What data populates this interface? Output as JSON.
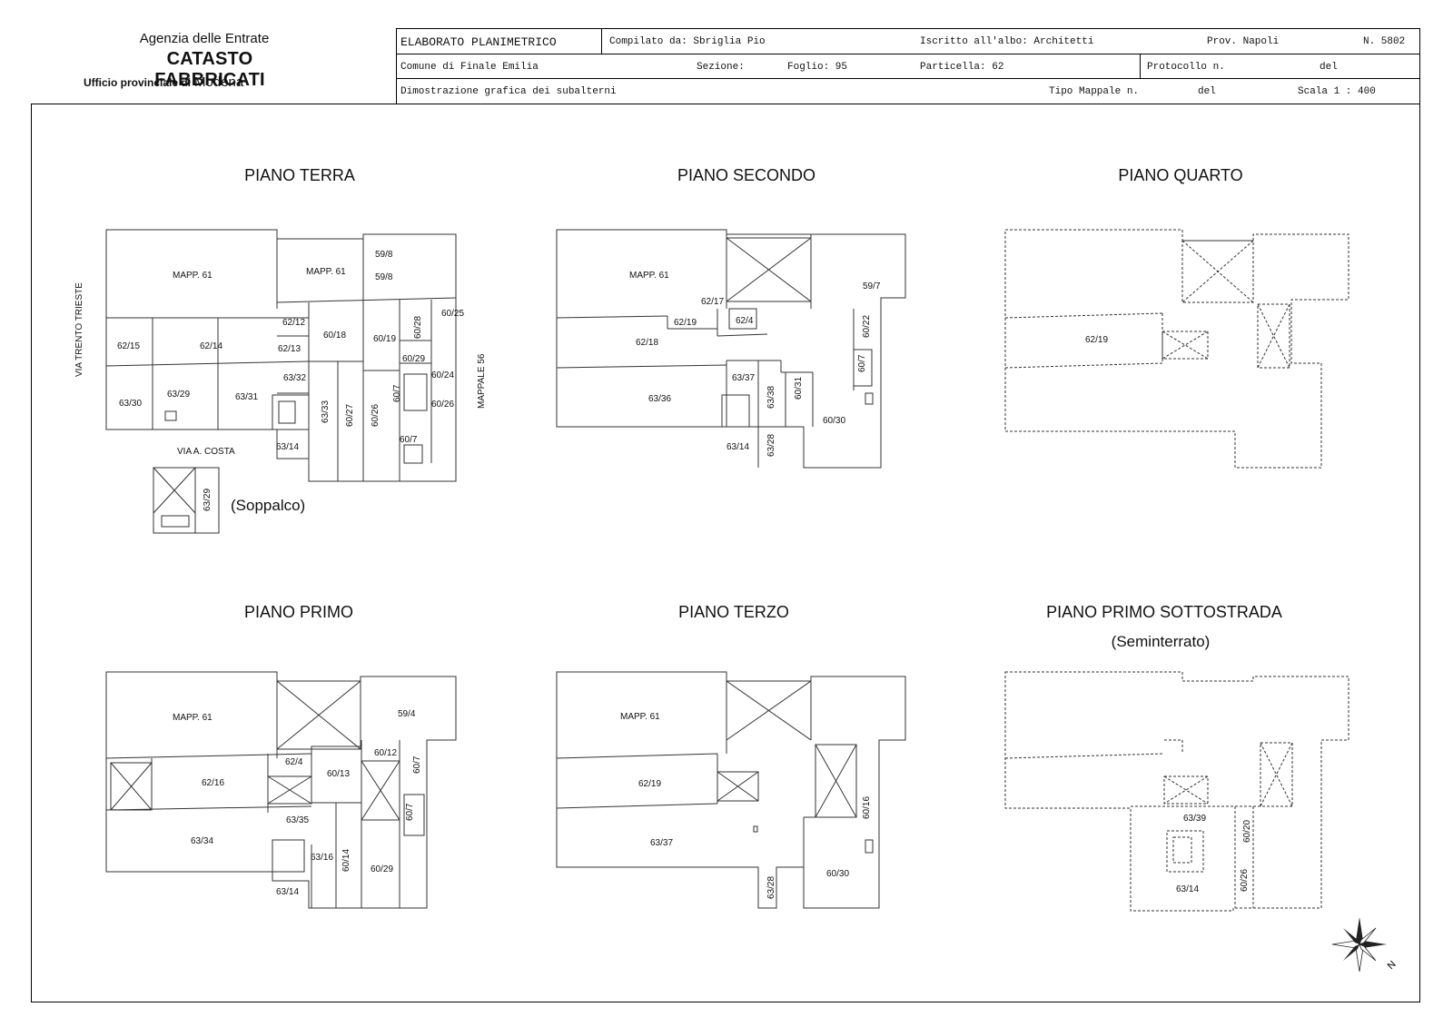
{
  "header": {
    "agency": "Agenzia delle Entrate",
    "title": "CATASTO FABBRICATI",
    "office_label": "Ufficio provinciale di",
    "office_province": "Modena",
    "doc_type": "ELABORATO PLANIMETRICO",
    "compiled_by": "Compilato da: Sbriglia Pio",
    "register": "Iscritto all'albo: Architetti",
    "province": "Prov. Napoli",
    "number": "N. 5802",
    "comune": "Comune di Finale Emilia",
    "sezione": "Sezione:",
    "foglio": "Foglio: 95",
    "particella": "Particella: 62",
    "protocollo": "Protocollo n.",
    "protocollo_del": "del",
    "subtitle": "Dimostrazione grafica dei subalterni",
    "tipo_mappale": "Tipo Mappale n.",
    "tipo_del": "del",
    "scale": "Scala 1 : 400"
  },
  "floors": {
    "terra": {
      "title": "PIANO TERRA",
      "street_left": "VIA TRENTO TRIESTE",
      "street_bottom": "VIA A. COSTA",
      "neighbor_right": "MAPPALE 56",
      "soppalco": "(Soppalco)",
      "labels": [
        "MAPP. 61",
        "MAPP. 61",
        "59/8",
        "59/8",
        "62/12",
        "60/18",
        "60/19",
        "60/28",
        "60/25",
        "62/15",
        "62/14",
        "62/13",
        "60/29",
        "63/32",
        "60/24",
        "63/30",
        "63/29",
        "63/31",
        "63/33",
        "60/27",
        "60/26",
        "60/7",
        "60/26",
        "60/7",
        "63/14",
        "63/29"
      ]
    },
    "secondo": {
      "title": "PIANO SECONDO",
      "labels": [
        "MAPP. 61",
        "59/7",
        "62/17",
        "62/19",
        "62/4",
        "60/22",
        "62/18",
        "60/7",
        "63/37",
        "63/36",
        "63/38",
        "60/31",
        "60/30",
        "63/14",
        "63/28"
      ]
    },
    "quarto": {
      "title": "PIANO QUARTO",
      "labels": [
        "62/19"
      ]
    },
    "primo": {
      "title": "PIANO PRIMO",
      "labels": [
        "MAPP. 61",
        "59/4",
        "60/12",
        "62/4",
        "60/13",
        "60/7",
        "62/16",
        "63/35",
        "60/7",
        "63/34",
        "63/16",
        "60/14",
        "60/29",
        "63/14"
      ]
    },
    "terzo": {
      "title": "PIANO TERZO",
      "labels": [
        "MAPP. 61",
        "62/19",
        "60/16",
        "63/37",
        "60/30",
        "63/28"
      ]
    },
    "sottostrada": {
      "title": "PIANO PRIMO SOTTOSTRADA",
      "subtitle": "(Seminterrato)",
      "labels": [
        "63/39",
        "60/20",
        "60/26",
        "63/14"
      ]
    }
  },
  "north_label": "N"
}
